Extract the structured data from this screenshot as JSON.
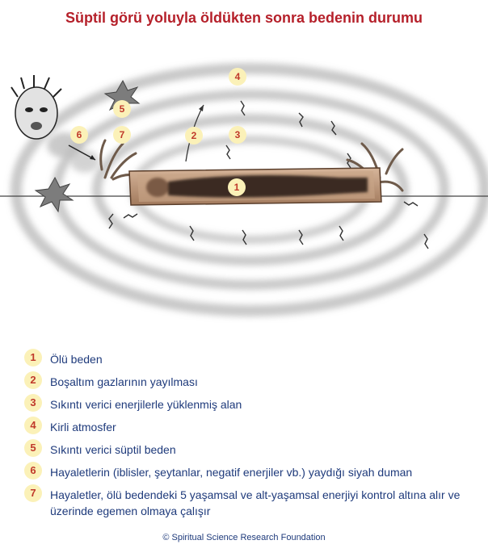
{
  "title": "Süptil görü yoluyla öldükten sonra bedenin durumu",
  "diagram_markers": [
    "1",
    "2",
    "3",
    "4",
    "5",
    "6",
    "7"
  ],
  "legend": [
    {
      "num": "1",
      "text": "Ölü beden"
    },
    {
      "num": "2",
      "text": "Boşaltım gazlarının yayılması"
    },
    {
      "num": "3",
      "text": "Sıkıntı verici enerjilerle yüklenmiş alan"
    },
    {
      "num": "4",
      "text": "Kirli atmosfer"
    },
    {
      "num": "5",
      "text": "Sıkıntı verici süptil beden"
    },
    {
      "num": "6",
      "text": "Hayaletlerin (iblisler, şeytanlar, negatif enerjiler vb.) yaydığı siyah duman"
    },
    {
      "num": "7",
      "text": "Hayaletler, ölü bedendeki 5 yaşamsal ve alt-yaşamsal enerjiyi kontrol altına alır ve üzerinde egemen olmaya çalışır"
    }
  ],
  "footer": "© Spiritual Science Research Foundation",
  "colors": {
    "title": "#b5202a",
    "text": "#1e3a7b",
    "badge_fill": "#fbf1b8",
    "badge_text": "#c0392b"
  }
}
